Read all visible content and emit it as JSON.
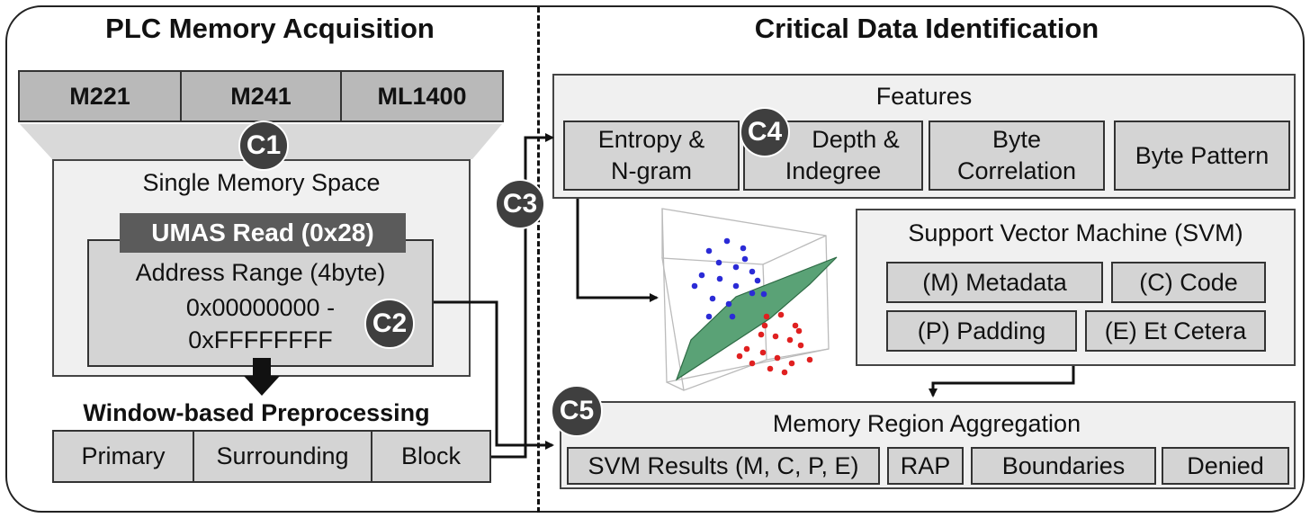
{
  "left": {
    "title": "PLC Memory Acquisition",
    "plcs": [
      "M221",
      "M241",
      "ML1400"
    ],
    "single_memory_space": "Single Memory Space",
    "umas_read": "UMAS Read (0x28)",
    "address_range_label": "Address Range (4byte)",
    "address_start": "0x00000000 -",
    "address_end": "0xFFFFFFFF",
    "window_title": "Window-based Preprocessing",
    "windows": [
      "Primary",
      "Surrounding",
      "Block"
    ]
  },
  "right": {
    "title": "Critical Data Identification",
    "features_title": "Features",
    "features": [
      {
        "line1": "Entropy &",
        "line2": "N-gram"
      },
      {
        "line1": "Depth &",
        "line2": "Indegree"
      },
      {
        "line1": "Byte",
        "line2": "Correlation"
      },
      {
        "line1": "Byte Pattern",
        "line2": ""
      }
    ],
    "svm_title": "Support Vector Machine (SVM)",
    "svm_classes": [
      "(M) Metadata",
      "(C) Code",
      "(P) Padding",
      "(E) Et Cetera"
    ],
    "aggregation_title": "Memory Region Aggregation",
    "aggregation_items": [
      "SVM Results (M, C, P, E)",
      "RAP",
      "Boundaries",
      "Denied"
    ]
  },
  "badges": [
    "C1",
    "C2",
    "C3",
    "C4",
    "C5"
  ],
  "colors": {
    "class_a": "#2b2bd6",
    "class_b": "#e02020",
    "hyperplane": "#4f9a6a"
  }
}
